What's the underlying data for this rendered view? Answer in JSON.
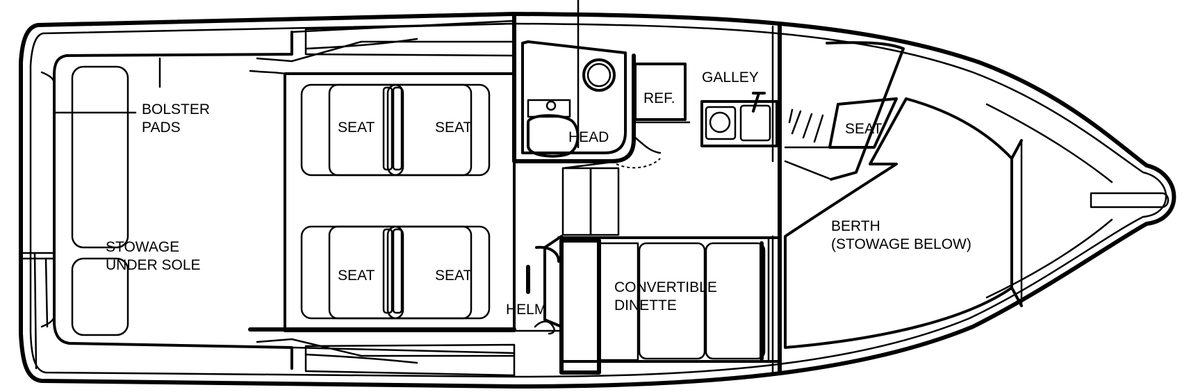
{
  "labels": {
    "bolster": "BOLSTER",
    "pads": "PADS",
    "stowage": "STOWAGE",
    "under_sole": "UNDER SOLE",
    "seat_1": "SEAT",
    "seat_2": "SEAT",
    "seat_3": "SEAT",
    "seat_4": "SEAT",
    "seat_5": "SEAT",
    "head": "HEAD",
    "helm": "HELM",
    "ref": "REF.",
    "galley": "GALLEY",
    "convertible": "CONVERTIBLE",
    "dinette": "DINETTE",
    "berth": "BERTH",
    "stowage_below": "(STOWAGE BELOW)"
  }
}
